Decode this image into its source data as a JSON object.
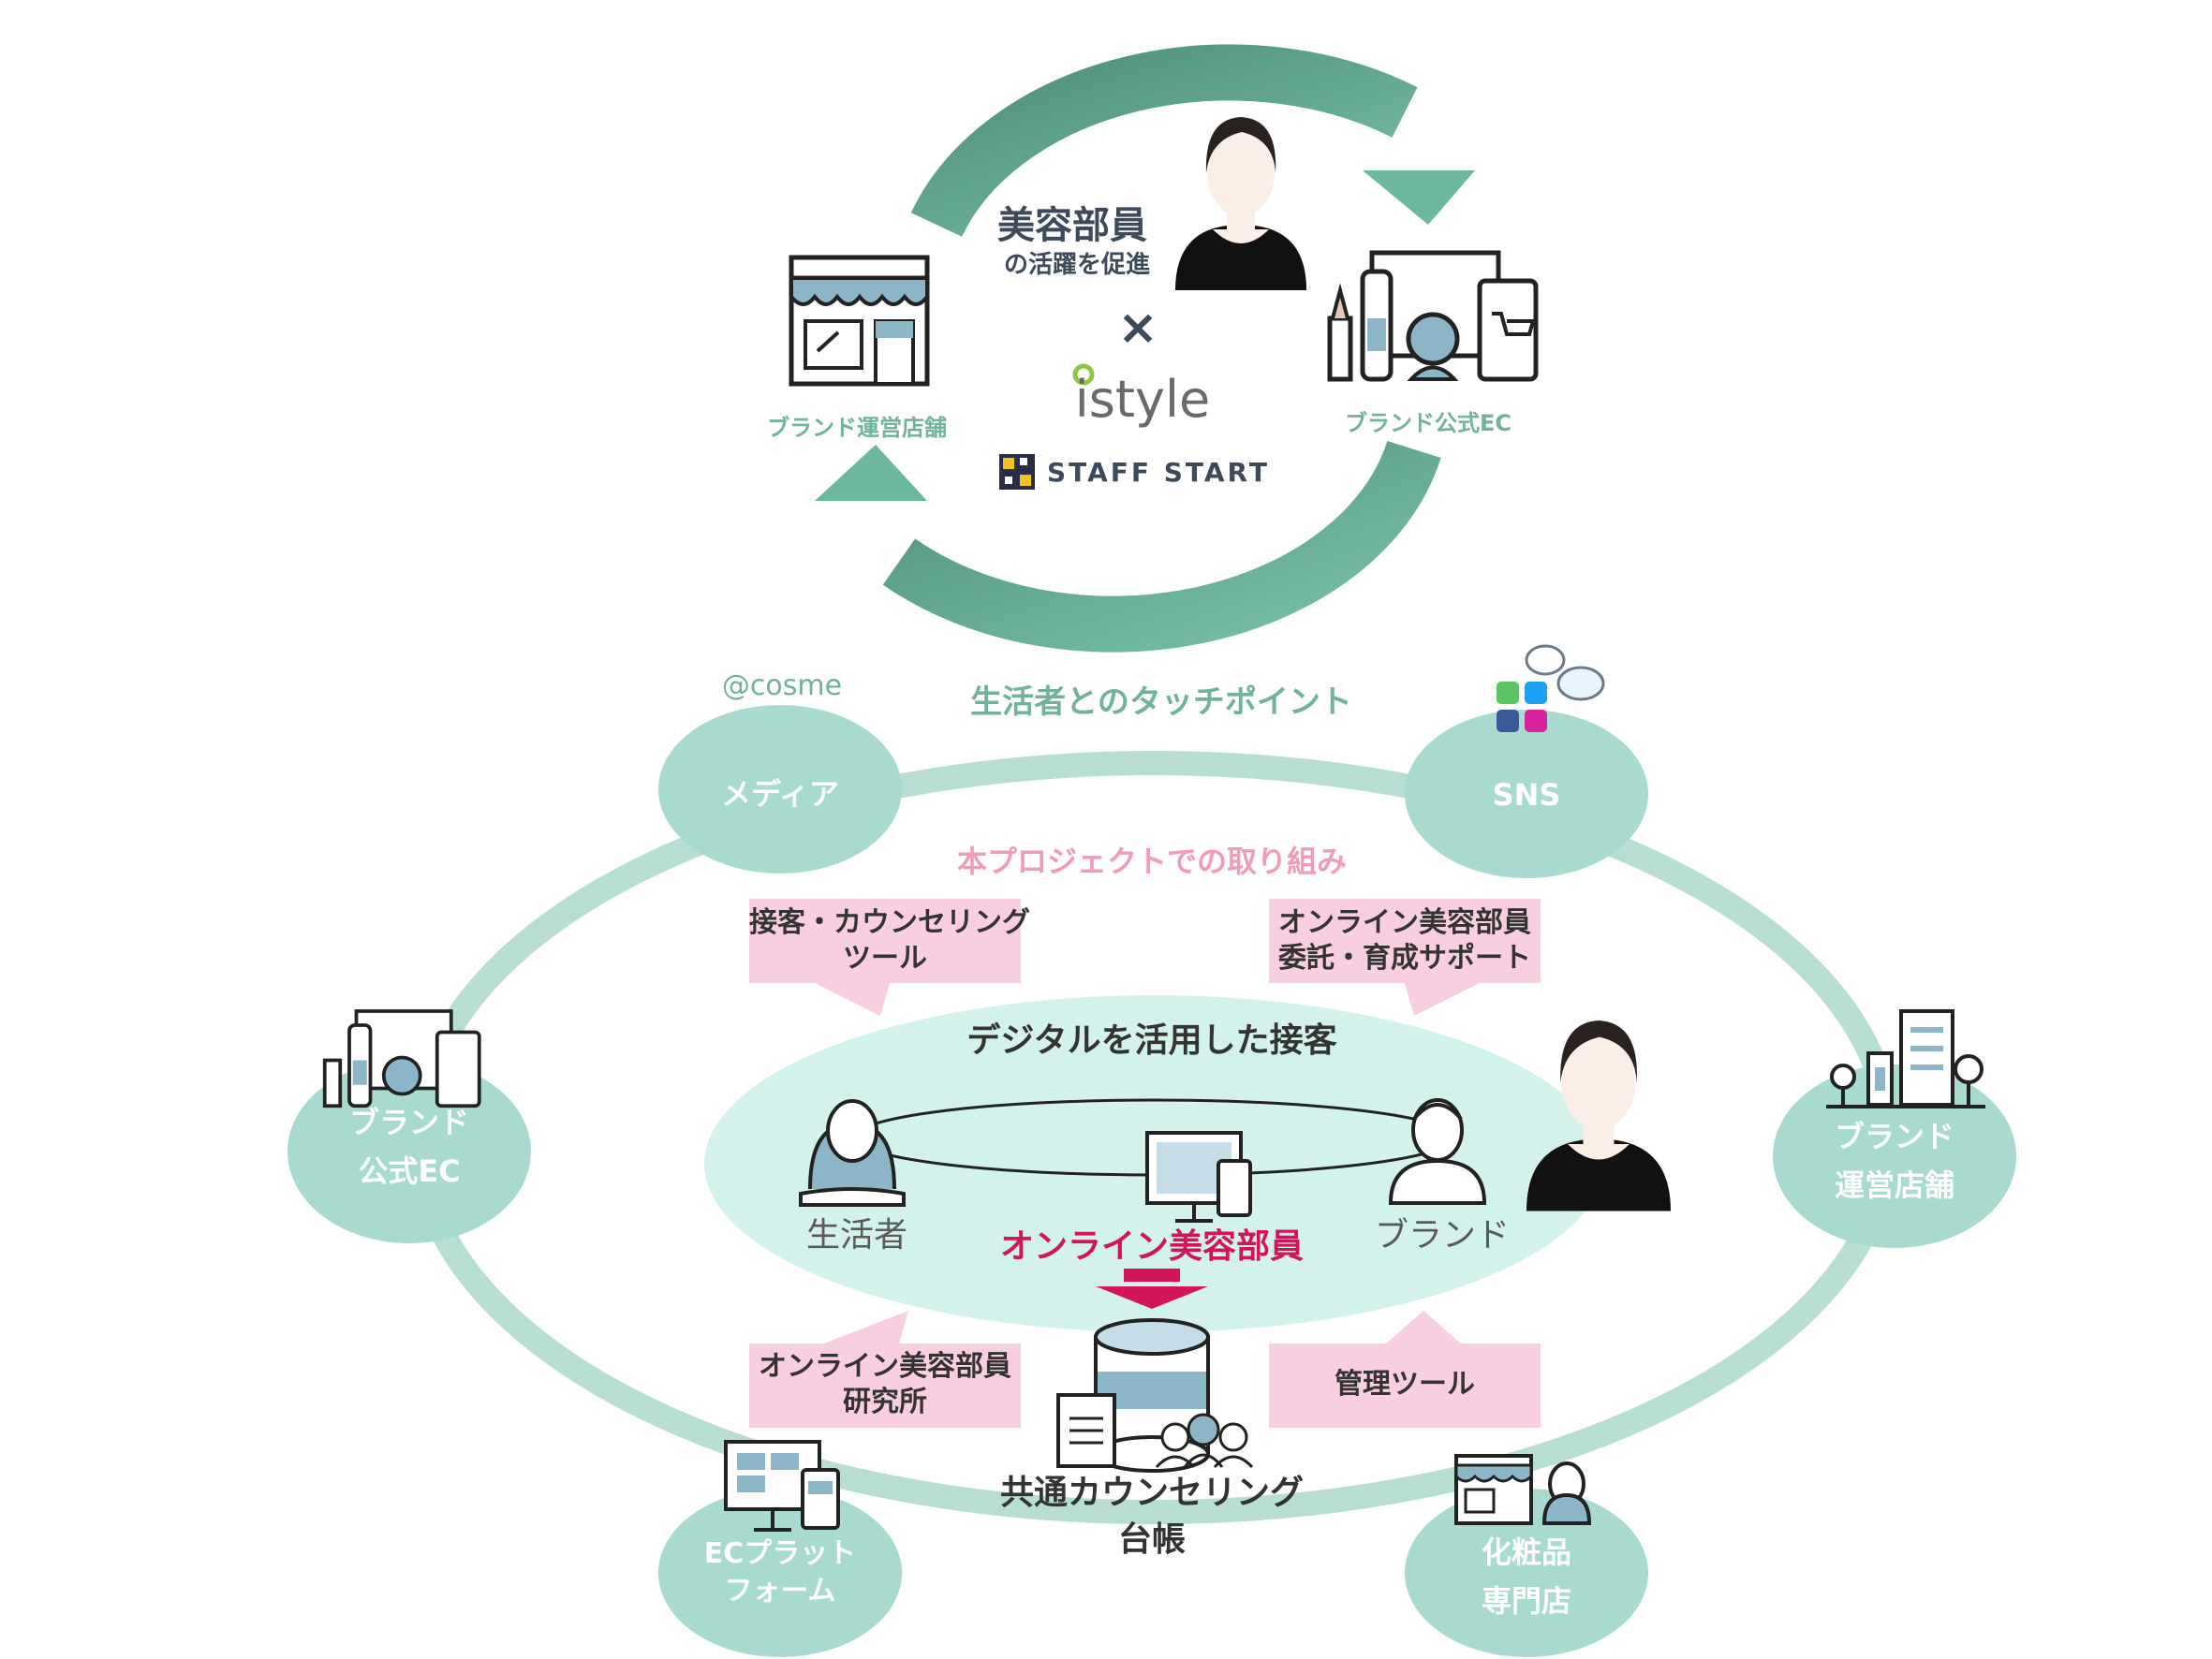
{
  "top_cycle": {
    "store_label": "ブランド運営店舗",
    "ec_label": "ブランド公式EC",
    "center_title": "美容部員",
    "center_sub": "の活躍を促進",
    "times_symbol": "×",
    "istyle_logo": "istyle",
    "staffstart_logo": "STAFF START"
  },
  "touchpoints": {
    "title": "生活者とのタッチポイント",
    "cosme_logo": "@cosme",
    "media": "メディア",
    "sns": "SNS",
    "brand_ec": [
      "ブランド",
      "公式EC"
    ],
    "brand_store": [
      "ブランド",
      "運営店舗"
    ],
    "ec_platform": [
      "ECプラット",
      "フォーム"
    ],
    "cosmetics_store": [
      "化粧品",
      "専門店"
    ]
  },
  "project": {
    "title": "本プロジェクトでの取り組み",
    "callout_counseling": [
      "接客・カウンセリング",
      "ツール"
    ],
    "callout_online_support": [
      "オンライン美容部員",
      "委託・育成サポート"
    ],
    "callout_lab": [
      "オンライン美容部員",
      "研究所"
    ],
    "callout_mgmt": [
      "管理ツール"
    ],
    "digital_title": "デジタルを活用した接客",
    "consumer": "生活者",
    "brand": "ブランド",
    "online_ba": "オンライン美容部員",
    "ledger": [
      "共通カウンセリング",
      "台帳"
    ]
  },
  "colors": {
    "arrow_green": "#5a9a86",
    "circle_teal": "#a8dacf",
    "ring_teal": "#b8ddd3",
    "center_ellipse": "#d4f2ec",
    "callout_pink": "#f8cfe0",
    "magenta": "#d4145a"
  }
}
